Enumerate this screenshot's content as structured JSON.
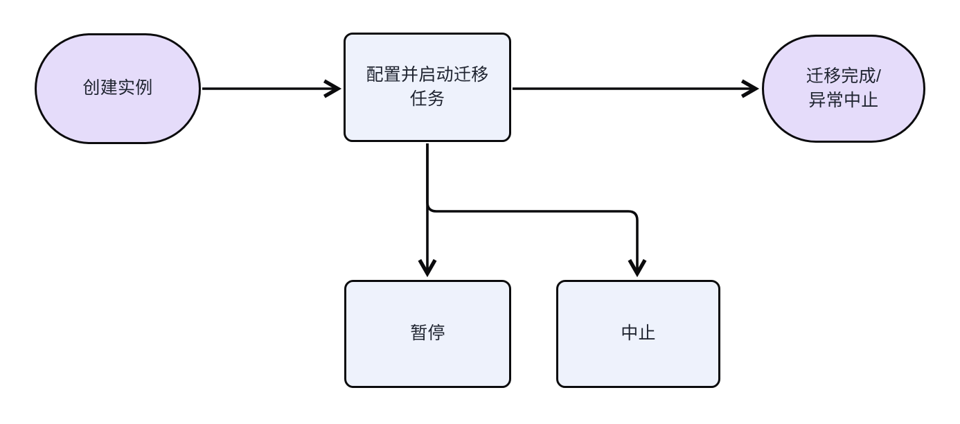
{
  "diagram": {
    "type": "flowchart",
    "orientation": "left-to-right-with-downward-branch",
    "background_color": "#ffffff",
    "stroke_color": "#0b0b0d",
    "text_color": "#1f2430",
    "nodes": [
      {
        "id": "create",
        "label": "创建实例",
        "shape": "stadium",
        "fill_color": "#e5dcfa"
      },
      {
        "id": "configure",
        "label": "配置并启动迁移\n任务",
        "shape": "rounded-rectangle",
        "fill_color": "#eef2fc"
      },
      {
        "id": "finish",
        "label": "迁移完成/\n异常中止",
        "shape": "stadium",
        "fill_color": "#e5dcfa"
      },
      {
        "id": "pause",
        "label": "暂停",
        "shape": "rounded-rectangle",
        "fill_color": "#eef2fc"
      },
      {
        "id": "abort",
        "label": "中止",
        "shape": "rounded-rectangle",
        "fill_color": "#eef2fc"
      }
    ],
    "edges": [
      {
        "id": "e1",
        "from": "create",
        "to": "finish",
        "label": "",
        "style": "solid-arrow",
        "route": "horizontal-through-configure"
      },
      {
        "id": "e2",
        "from": "configure",
        "to": "pause",
        "label": "",
        "style": "solid-arrow",
        "route": "vertical-down"
      },
      {
        "id": "e3",
        "from": "configure",
        "to": "abort",
        "label": "",
        "style": "solid-arrow",
        "route": "down-then-right-then-down"
      }
    ]
  }
}
